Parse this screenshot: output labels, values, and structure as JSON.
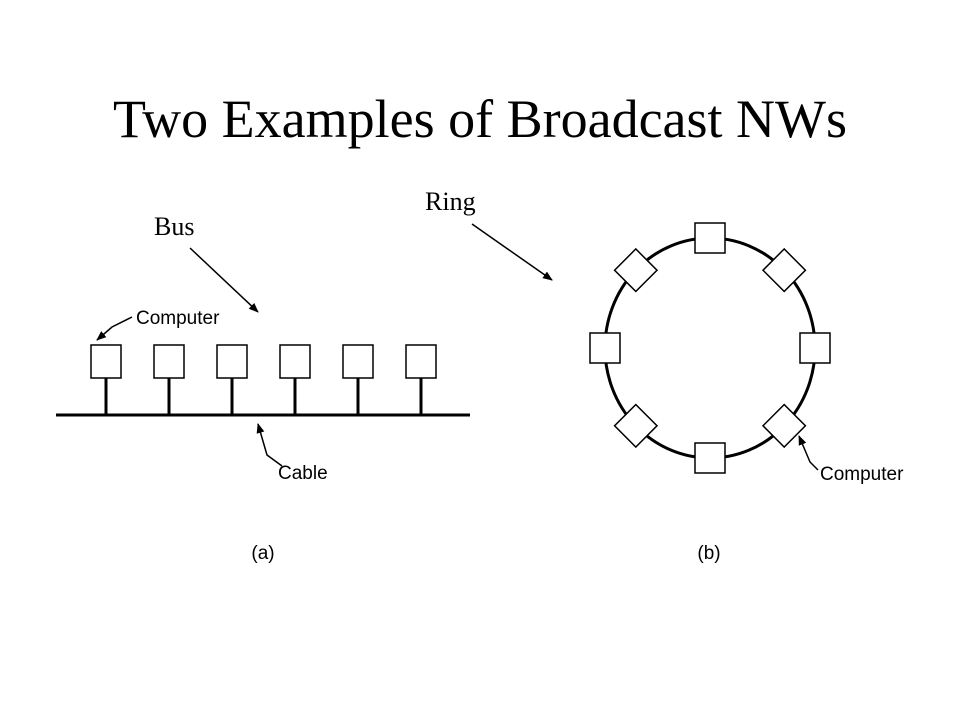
{
  "title": "Two Examples of Broadcast NWs",
  "bus_diagram": {
    "pointer_label": "Bus",
    "computer_label": "Computer",
    "cable_label": "Cable",
    "caption": "(a)",
    "computer_count": 6
  },
  "ring_diagram": {
    "pointer_label": "Ring",
    "computer_label": "Computer",
    "caption": "(b)",
    "computer_count": 8
  }
}
